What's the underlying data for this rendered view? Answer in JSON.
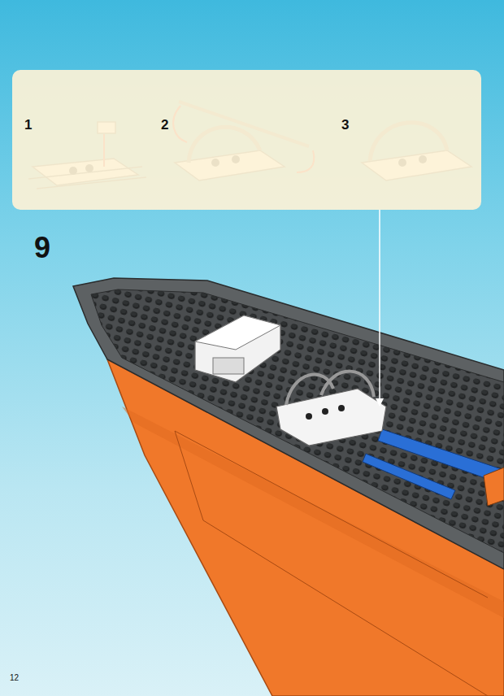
{
  "diagram": {
    "nodes": [
      {
        "text": [
          "1",
          "2",
          "3"
        ]
      }
    ],
    "labels": [
      "9",
      "12"
    ]
  }
}
